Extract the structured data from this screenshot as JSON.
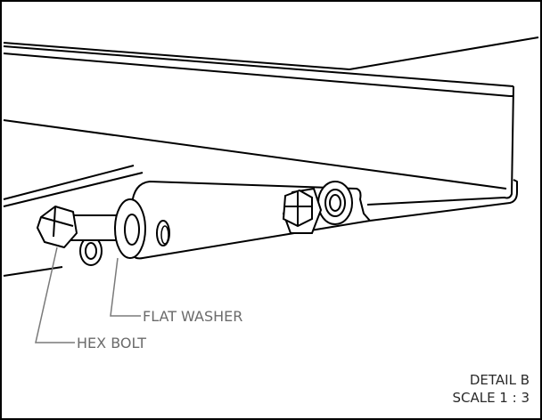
{
  "labels": {
    "flat_washer": "FLAT WASHER",
    "hex_bolt": "HEX BOLT"
  },
  "detail": {
    "title": "DETAIL B",
    "scale": "SCALE 1 : 3"
  },
  "colors": {
    "line": "#000000",
    "leader": "#7a7a7a",
    "callout_text": "#6b6b6b",
    "detail_text": "#2a2a2a"
  }
}
